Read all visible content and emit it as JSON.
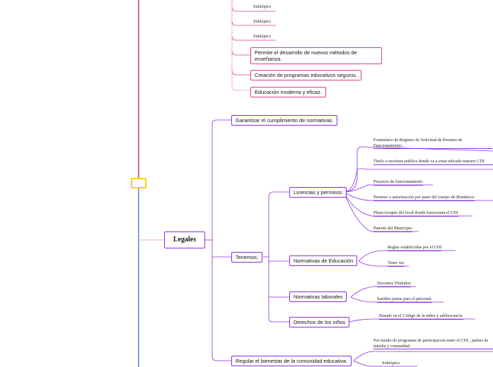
{
  "colors": {
    "pink": "#d93f8a",
    "purple": "#8a2be2",
    "blue": "#5b8fe6",
    "yellow": "#f2d600"
  },
  "top_branch": {
    "subtopics": [
      "Subtópico",
      "Subtópico",
      "Subtópico"
    ],
    "items": [
      "Permite el desarrollo de nuevos métodos de enseñanza.",
      "Creación de programas educativos seguros.",
      "Educación moderna y eficaz."
    ]
  },
  "legales": {
    "title": "Legales",
    "guarantee": "Garantizar el cumplimiento de normativas.",
    "tenemos": "Tenemos:",
    "licencias": {
      "label": "Licencias y permisos",
      "items": [
        "Formulario de Registro de Solicitud de Permiso de Funcionamiento.",
        "Titulo o escritura publica  donde va a estar ubicado nuestro CDI",
        "Proyecto de funcionamiento",
        "Permiso o autorización por parte del cuerpo de Bomberos",
        "Plano/croquis del local donde funcionara el CDI",
        "Patente del Municipio"
      ]
    },
    "educacion": {
      "label": "Normativas de Educación",
      "items": [
        "Reglas establecidas por  el CDI",
        "Tener ruc"
      ]
    },
    "laborales": {
      "label": "Normativas laborales",
      "items": [
        "Docentes Titulados",
        "Sueldos justos para el personal."
      ]
    },
    "ninos": {
      "label": "Derechos de los niños",
      "items": [
        "Basado en el Código de la niñez y adolescencia."
      ]
    },
    "bienestar": {
      "label": "Regular el bienestar de la comunidad educativa.",
      "items": [
        "Por medio de programas de participacion entre el CDI , padres de familia y comunidad.",
        "Subtópico"
      ]
    }
  }
}
